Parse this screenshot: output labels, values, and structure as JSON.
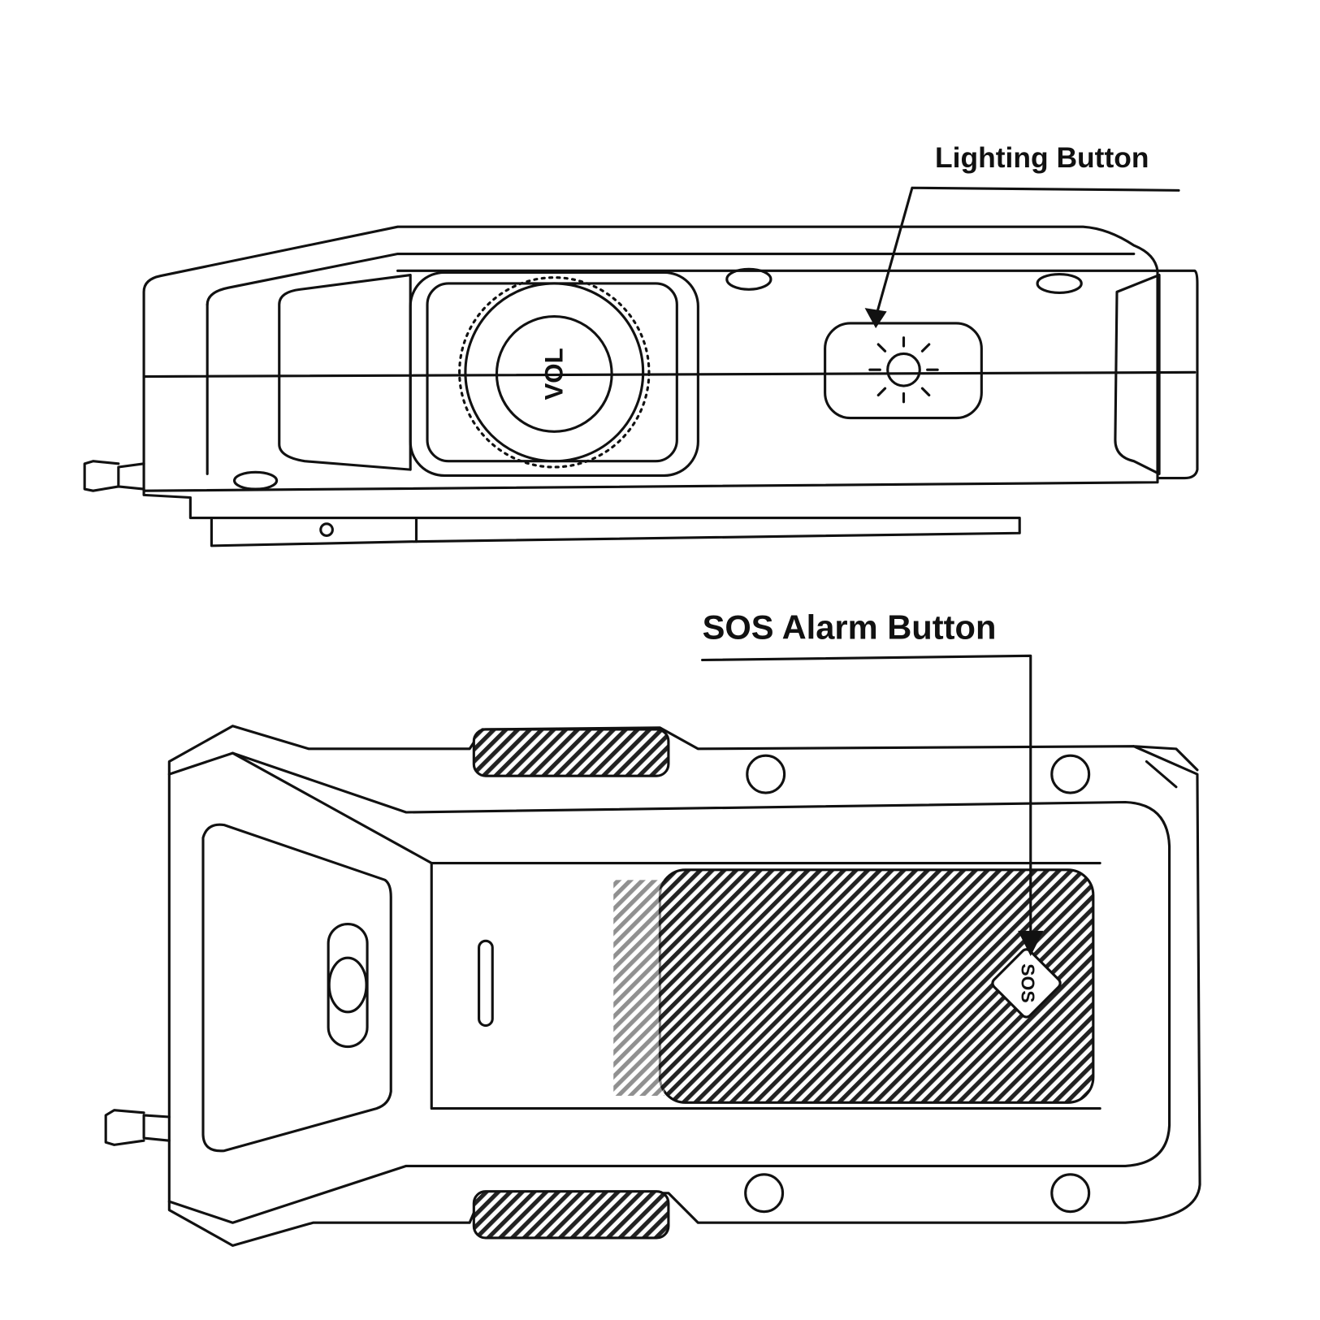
{
  "labels": {
    "lighting": "Lighting Button",
    "sos_alarm": "SOS Alarm Button",
    "vol": "VOL",
    "sos": "SOS"
  },
  "colors": {
    "ink": "#111111",
    "paper": "#ffffff"
  },
  "icons": {
    "lighting": "sun-icon",
    "volume": "volume-knob"
  }
}
